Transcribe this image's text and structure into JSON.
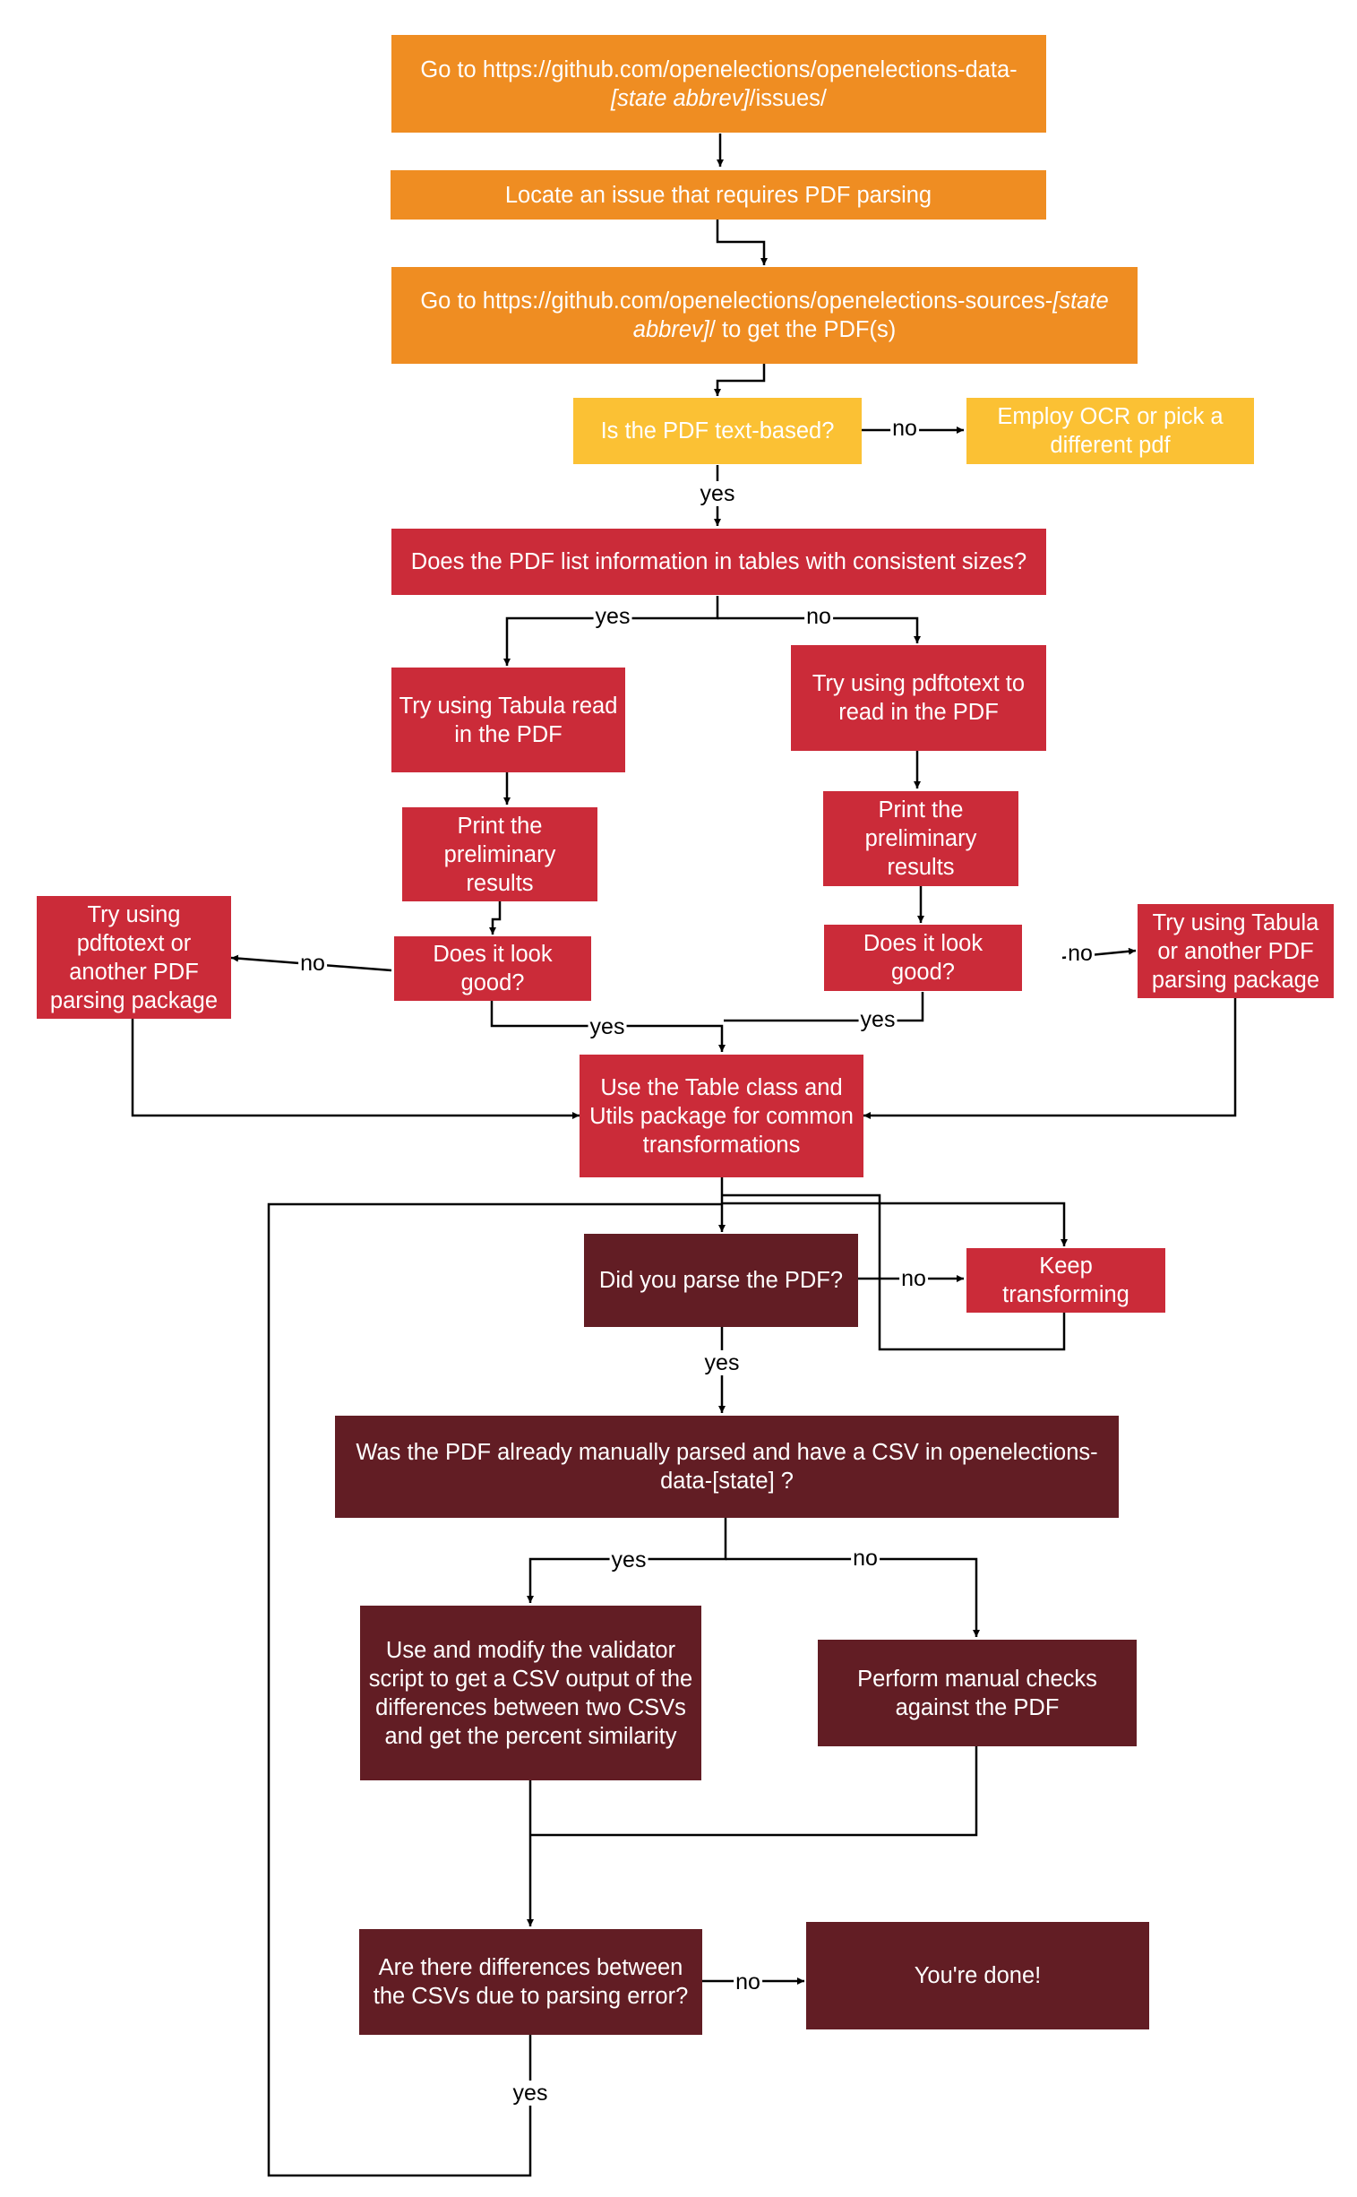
{
  "nodes": {
    "goto_issues": {
      "text": "Go to https://github.com/openelections/openelections-data-",
      "em": "[state abbrev]",
      "tail": "/issues/"
    },
    "locate_issue": {
      "text": "Locate an issue that requires PDF parsing"
    },
    "goto_sources": {
      "text": "Go to https://github.com/openelections/openelections-sources-",
      "em": "[state abbrev]",
      "tail": "/  to get the PDF(s)"
    },
    "text_based": {
      "text": "Is the PDF text-based?"
    },
    "employ_ocr": {
      "text": "Employ OCR or pick a different pdf"
    },
    "tables_consistent": {
      "text": "Does the PDF list information in tables with consistent sizes?"
    },
    "try_tabula": {
      "text": "Try using Tabula read in the PDF"
    },
    "try_pdftotext": {
      "text": "Try using pdftotext to read in the PDF"
    },
    "print_left": {
      "text": "Print the preliminary results"
    },
    "print_right": {
      "text": "Print the preliminary results"
    },
    "look_good_left": {
      "text": "Does it look good?"
    },
    "look_good_right": {
      "text": "Does it look good?"
    },
    "alt_pdftotext": {
      "text": "Try using pdftotext or another PDF parsing package"
    },
    "alt_tabula": {
      "text": "Try using Tabula or another PDF parsing package"
    },
    "table_class": {
      "text": "Use the Table class and Utils package for common transformations"
    },
    "did_parse": {
      "text": "Did you parse the PDF?"
    },
    "keep_transforming": {
      "text": "Keep transforming"
    },
    "already_parsed": {
      "text": "Was the PDF already manually parsed and have a CSV in openelections-data-[state] ?"
    },
    "validator": {
      "text": "Use and modify the validator script to get a CSV output of the differences between two CSVs and get the percent similarity"
    },
    "manual_checks": {
      "text": "Perform manual checks against the PDF"
    },
    "differences": {
      "text": "Are there differences between the CSVs due to parsing error?"
    },
    "done": {
      "text": "You're done!"
    }
  },
  "edge_labels": {
    "text_based_no": "no",
    "text_based_yes": "yes",
    "tables_yes": "yes",
    "tables_no": "no",
    "left_no": "no",
    "left_yes": "yes",
    "right_yes": "yes",
    "right_no": "no",
    "parse_no": "no",
    "parse_yes": "yes",
    "csv_yes": "yes",
    "csv_no": "no",
    "diff_no": "no",
    "diff_yes": "yes"
  },
  "colors": {
    "orange": "#ef8d22",
    "yellow": "#fbc134",
    "red": "#cb2b39",
    "maroon": "#621d24",
    "line": "#000000"
  }
}
